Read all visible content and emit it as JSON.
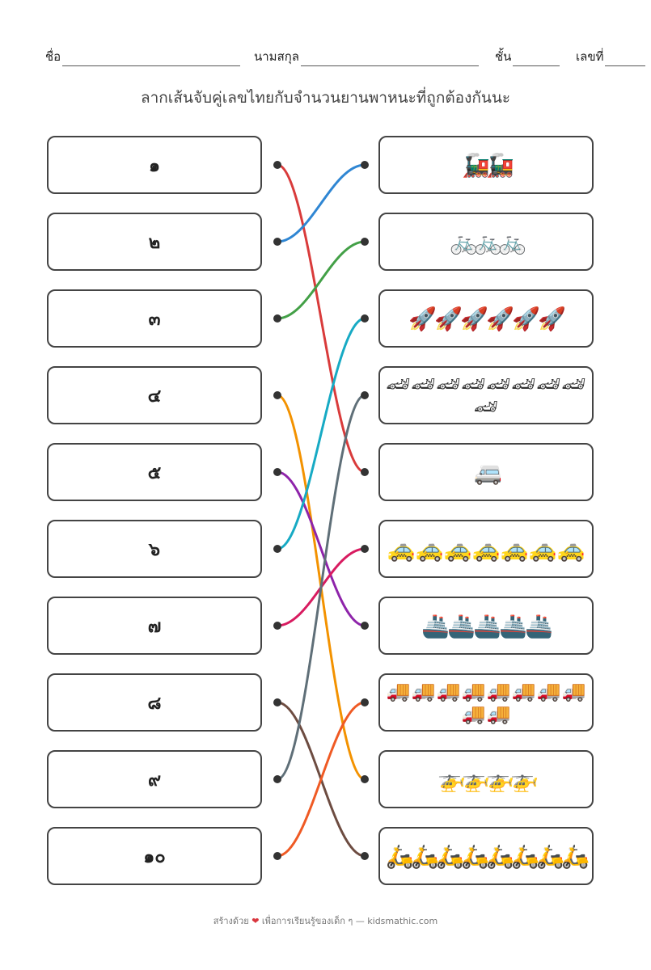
{
  "header": {
    "name_label": "ชื่อ",
    "surname_label": "นามสกุล",
    "grade_label": "ชั้น",
    "number_label": "เลขที่"
  },
  "title": "ลากเส้นจับคู่เลขไทยกับจำนวนยานพาหนะที่ถูกต้องกันนะ",
  "numbers": [
    "๑",
    "๒",
    "๓",
    "๔",
    "๕",
    "๖",
    "๗",
    "๘",
    "๙",
    "๑๐"
  ],
  "pictures": [
    {
      "icon": "locomotive-icon",
      "glyph": "🚂",
      "count": 2
    },
    {
      "icon": "bicycle-icon",
      "glyph": "🚲",
      "count": 3
    },
    {
      "icon": "rocket-icon",
      "glyph": "🚀",
      "count": 6
    },
    {
      "icon": "race-car-icon",
      "glyph": "🏎",
      "count": 9
    },
    {
      "icon": "minibus-icon",
      "glyph": "🚐",
      "count": 1
    },
    {
      "icon": "taxi-icon",
      "glyph": "🚕",
      "count": 7
    },
    {
      "icon": "ship-icon",
      "glyph": "🚢",
      "count": 5
    },
    {
      "icon": "delivery-truck-icon",
      "glyph": "🚚",
      "count": 10
    },
    {
      "icon": "helicopter-icon",
      "glyph": "🚁",
      "count": 4
    },
    {
      "icon": "scooter-icon",
      "glyph": "🛵",
      "count": 8
    }
  ],
  "matches": [
    {
      "from": 0,
      "to": 4,
      "color": "#d93b3b"
    },
    {
      "from": 1,
      "to": 0,
      "color": "#2f86d3"
    },
    {
      "from": 2,
      "to": 1,
      "color": "#43a047"
    },
    {
      "from": 3,
      "to": 8,
      "color": "#f39200"
    },
    {
      "from": 4,
      "to": 6,
      "color": "#8e24aa"
    },
    {
      "from": 5,
      "to": 2,
      "color": "#17aac4"
    },
    {
      "from": 6,
      "to": 5,
      "color": "#d81b60"
    },
    {
      "from": 7,
      "to": 9,
      "color": "#6d4c41"
    },
    {
      "from": 8,
      "to": 3,
      "color": "#5f6f78"
    },
    {
      "from": 9,
      "to": 7,
      "color": "#ef5a24"
    }
  ],
  "footer": {
    "prefix": "สร้างด้วย",
    "heart": "❤",
    "suffix": "เพื่อการเรียนรู้ของเด็ก ๆ — kidsmathic.com"
  }
}
